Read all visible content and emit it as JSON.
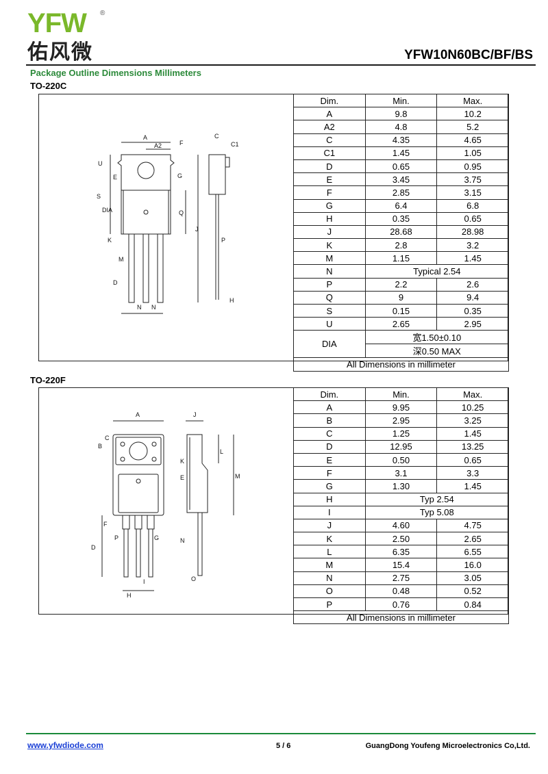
{
  "header": {
    "logo_letters": "YFW",
    "logo_chinese": "佑风微",
    "registered_mark": "®",
    "part_number": "YFW10N60BC/BF/BS"
  },
  "section_title": "Package Outline Dimensions Millimeters",
  "packages": [
    {
      "name": "TO-220C",
      "columns": [
        "Dim.",
        "Min.",
        "Max."
      ],
      "rows": [
        {
          "dim": "A",
          "min": "9.8",
          "max": "10.2"
        },
        {
          "dim": "A2",
          "min": "4.8",
          "max": "5.2"
        },
        {
          "dim": "C",
          "min": "4.35",
          "max": "4.65"
        },
        {
          "dim": "C1",
          "min": "1.45",
          "max": "1.05"
        },
        {
          "dim": "D",
          "min": "0.65",
          "max": "0.95"
        },
        {
          "dim": "E",
          "min": "3.45",
          "max": "3.75"
        },
        {
          "dim": "F",
          "min": "2.85",
          "max": "3.15"
        },
        {
          "dim": "G",
          "min": "6.4",
          "max": "6.8"
        },
        {
          "dim": "H",
          "min": "0.35",
          "max": "0.65"
        },
        {
          "dim": "J",
          "min": "28.68",
          "max": "28.98"
        },
        {
          "dim": "K",
          "min": "2.8",
          "max": "3.2"
        },
        {
          "dim": "M",
          "min": "1.15",
          "max": "1.45"
        },
        {
          "dim": "N",
          "span": "Typical  2.54"
        },
        {
          "dim": "P",
          "min": "2.2",
          "max": "2.6"
        },
        {
          "dim": "Q",
          "min": "9",
          "max": "9.4"
        },
        {
          "dim": "S",
          "min": "0.15",
          "max": "0.35"
        },
        {
          "dim": "U",
          "min": "2.65",
          "max": "2.95"
        }
      ],
      "dia": {
        "dim": "DIA",
        "line1": "宽1.50±0.10",
        "line2": "深0.50 MAX"
      },
      "note": "All Dimensions in millimeter"
    },
    {
      "name": "TO-220F",
      "columns": [
        "Dim.",
        "Min.",
        "Max."
      ],
      "rows": [
        {
          "dim": "A",
          "min": "9.95",
          "max": "10.25"
        },
        {
          "dim": "B",
          "min": "2.95",
          "max": "3.25"
        },
        {
          "dim": "C",
          "min": "1.25",
          "max": "1.45"
        },
        {
          "dim": "D",
          "min": "12.95",
          "max": "13.25"
        },
        {
          "dim": "E",
          "min": "0.50",
          "max": "0.65"
        },
        {
          "dim": "F",
          "min": "3.1",
          "max": "3.3"
        },
        {
          "dim": "G",
          "min": "1.30",
          "max": "1.45"
        },
        {
          "dim": "H",
          "span": "Typ 2.54"
        },
        {
          "dim": "I",
          "span": "Typ 5.08"
        },
        {
          "dim": "J",
          "min": "4.60",
          "max": "4.75"
        },
        {
          "dim": "K",
          "min": "2.50",
          "max": "2.65"
        },
        {
          "dim": "L",
          "min": "6.35",
          "max": "6.55"
        },
        {
          "dim": "M",
          "min": "15.4",
          "max": "16.0"
        },
        {
          "dim": "N",
          "min": "2.75",
          "max": "3.05"
        },
        {
          "dim": "O",
          "min": "0.48",
          "max": "0.52"
        },
        {
          "dim": "P",
          "min": "0.76",
          "max": "0.84"
        }
      ],
      "note": "All Dimensions in millimeter"
    }
  ],
  "drawing_labels": {
    "to220c": [
      "A",
      "A2",
      "F",
      "C",
      "C1",
      "U",
      "E",
      "G",
      "S",
      "DIA",
      "Q",
      "J",
      "K",
      "M",
      "P",
      "D",
      "N",
      "N",
      "H"
    ],
    "to220f": [
      "A",
      "J",
      "C",
      "B",
      "L",
      "K",
      "E",
      "M",
      "F",
      "P",
      "G",
      "D",
      "N",
      "I",
      "H",
      "O"
    ]
  },
  "footer": {
    "url": "www.yfwdiode.com",
    "page": "5 / 6",
    "company": "GuangDong Youfeng Microelectronics Co,Ltd."
  }
}
